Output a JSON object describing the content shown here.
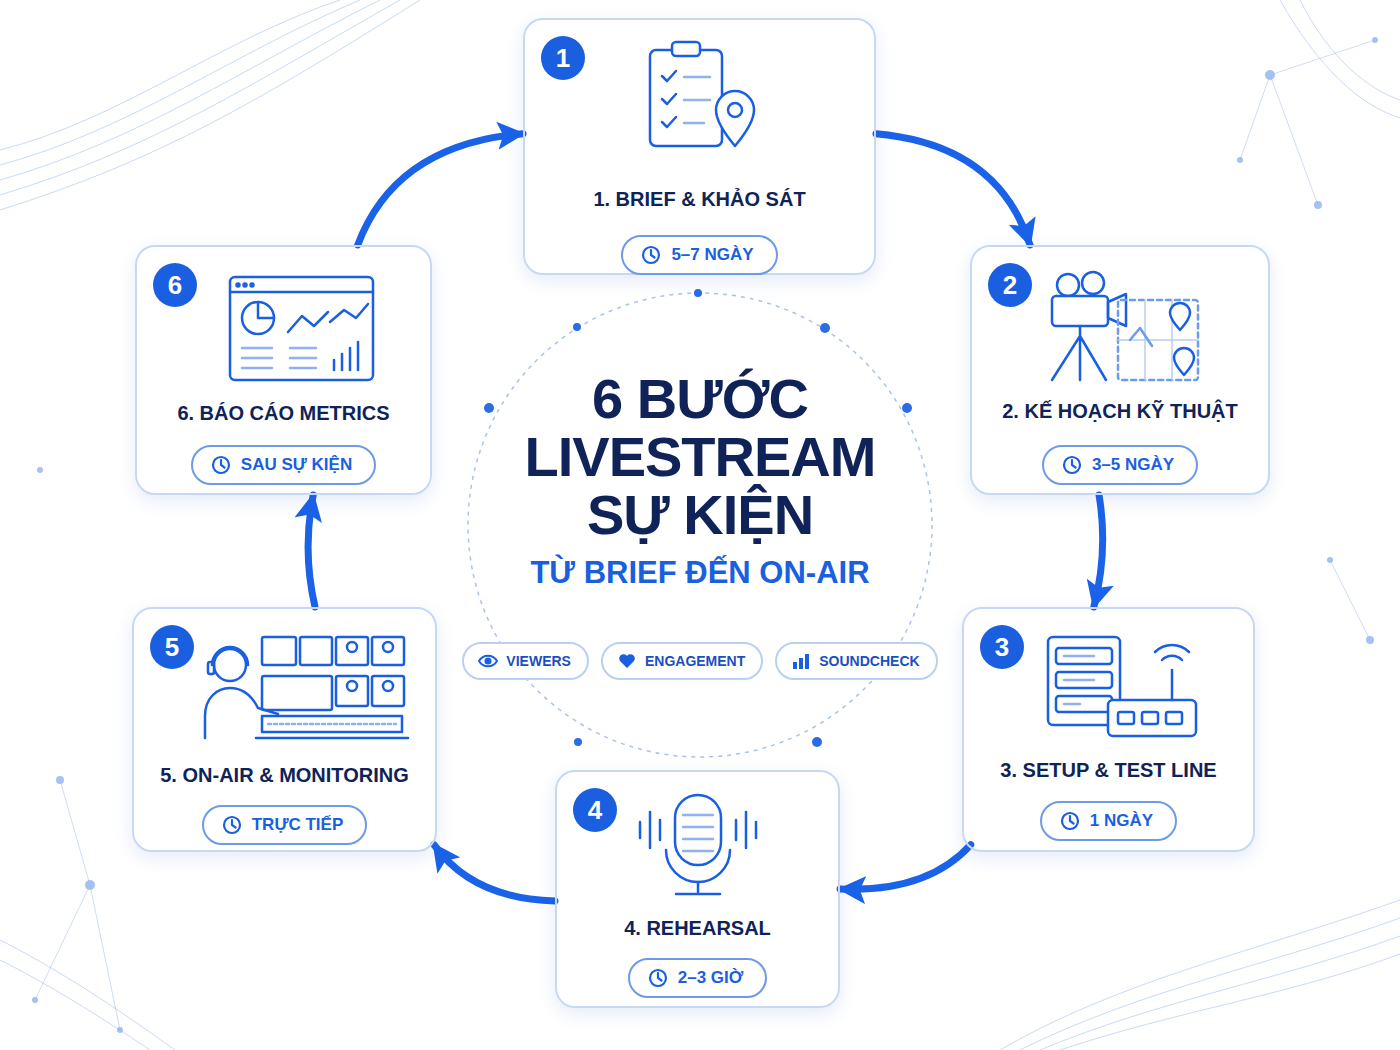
{
  "diagram": {
    "title": "6 BƯỚC LIVESTREAM SỰ KIỆN",
    "caption": "TỪ BRIEF ĐẾN ON-AIR",
    "nodes": [
      {
        "text": [
          "1. BRIEF & KHẢO SÁT"
        ]
      },
      {
        "text": [
          "1"
        ],
        "in": 0
      },
      {
        "text": [
          "5–7 NGÀY"
        ],
        "in": 0
      },
      {
        "text": [
          "2. KẾ HOẠCH KỸ THUẬT"
        ]
      },
      {
        "text": [
          "2"
        ],
        "in": 3
      },
      {
        "text": [
          "3–5 NGÀY"
        ],
        "in": 3
      },
      {
        "text": [
          "3. SETUP & TEST LINE"
        ]
      },
      {
        "text": [
          "3"
        ],
        "in": 6
      },
      {
        "text": [
          "1 NGÀY"
        ],
        "in": 6
      },
      {
        "text": [
          "4. REHEARSAL"
        ]
      },
      {
        "text": [
          "4"
        ],
        "in": 9
      },
      {
        "text": [
          "2–3 GIỜ"
        ],
        "in": 9
      },
      {
        "text": [
          "5. ON-AIR & MONITORING"
        ]
      },
      {
        "text": [
          "5"
        ],
        "in": 12
      },
      {
        "text": [
          "TRỰC TIẾP"
        ],
        "in": 12
      },
      {
        "text": [
          "6. BÁO CÁO METRICS"
        ]
      },
      {
        "text": [
          "6"
        ],
        "in": 15
      },
      {
        "text": [
          "SAU SỰ KIỆN"
        ],
        "in": 15
      },
      {
        "text": [
          "VIEWERS"
        ]
      },
      {
        "text": [
          "ENGAGEMENT"
        ]
      },
      {
        "text": [
          "SOUNDCHECK"
        ]
      }
    ],
    "edges": [
      {
        "from": 0,
        "to": 3,
        "arrow": "to"
      },
      {
        "from": 3,
        "to": 6,
        "arrow": "to"
      },
      {
        "from": 6,
        "to": 9,
        "arrow": "to"
      },
      {
        "from": 9,
        "to": 12,
        "arrow": "to"
      },
      {
        "from": 12,
        "to": 15,
        "arrow": "to"
      },
      {
        "from": 15,
        "to": 0,
        "arrow": "to"
      }
    ]
  }
}
